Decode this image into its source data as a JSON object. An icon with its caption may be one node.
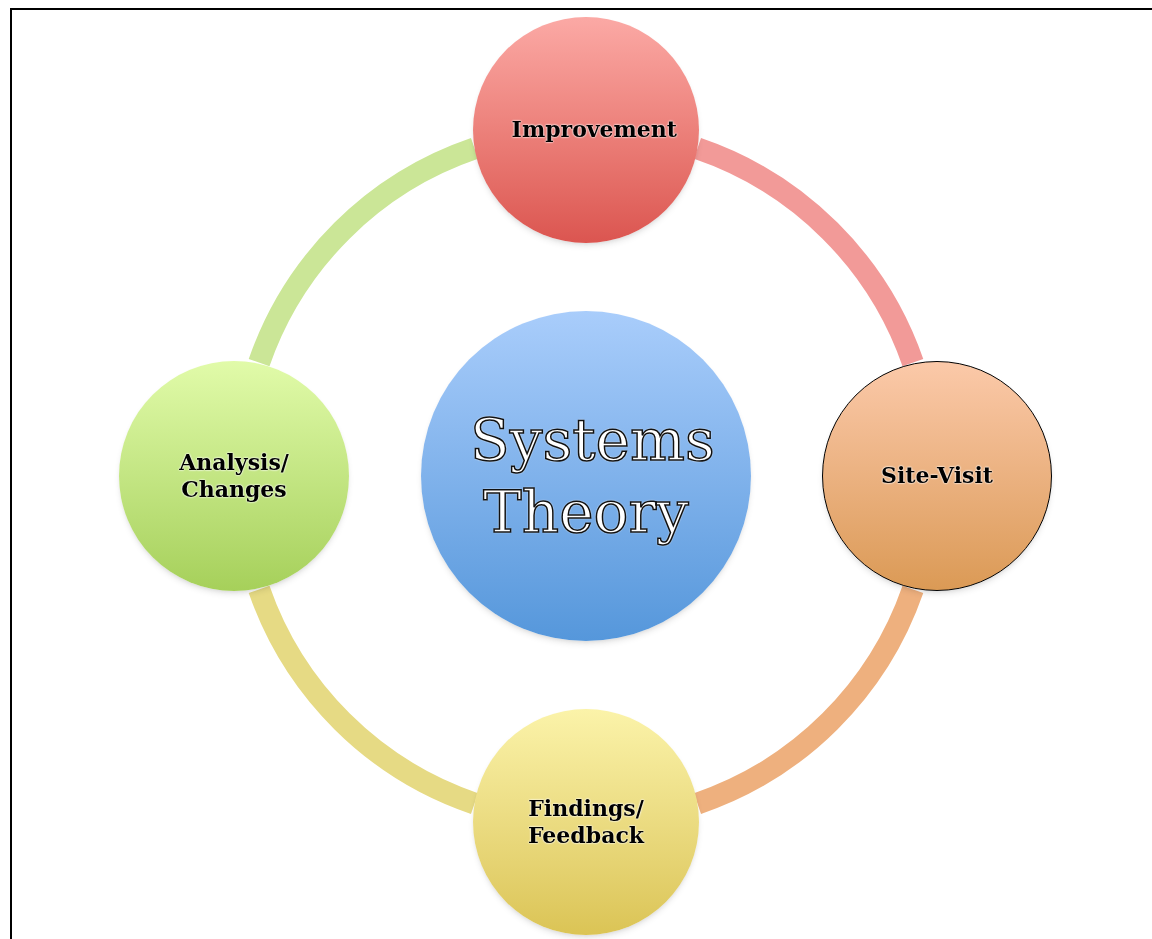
{
  "diagram": {
    "nodes": [
      {
        "text": [
          "Improvement"
        ]
      },
      {
        "text": [
          "Systems Theory"
        ]
      },
      {
        "text": [
          "Analysis/ Changes"
        ]
      },
      {
        "text": [
          "Site-Visit"
        ]
      },
      {
        "text": [
          "Findings/ Feedback"
        ]
      }
    ],
    "edges": [
      {
        "from": 0,
        "to": 3,
        "arrow": "none",
        "color": "#f29a98"
      },
      {
        "from": 3,
        "to": 4,
        "arrow": "none",
        "color": "#eeb07e"
      },
      {
        "from": 4,
        "to": 2,
        "arrow": "none",
        "color": "#e6da84"
      },
      {
        "from": 2,
        "to": 0,
        "arrow": "none",
        "color": "#cbe697"
      }
    ]
  }
}
